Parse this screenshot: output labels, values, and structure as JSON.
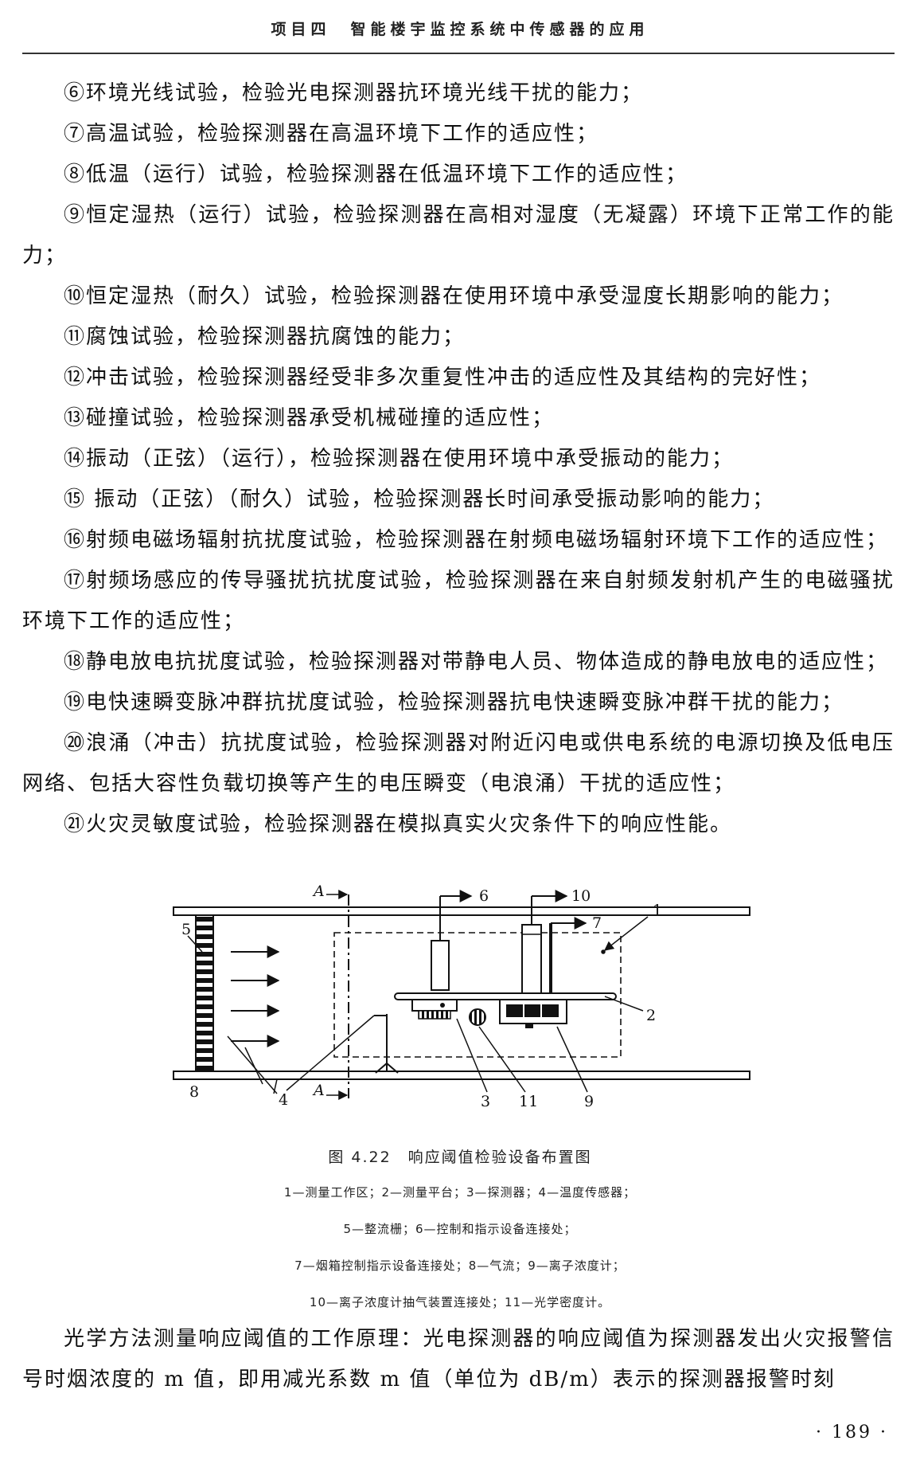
{
  "header": {
    "title": "项目四　智能楼宇监控系统中传感器的应用"
  },
  "paragraphs": [
    "⑥环境光线试验，检验光电探测器抗环境光线干扰的能力；",
    "⑦高温试验，检验探测器在高温环境下工作的适应性；",
    "⑧低温（运行）试验，检验探测器在低温环境下工作的适应性；",
    "⑨恒定湿热（运行）试验，检验探测器在高相对湿度（无凝露）环境下正常工作的能力；",
    "⑩恒定湿热（耐久）试验，检验探测器在使用环境中承受湿度长期影响的能力；",
    "⑪腐蚀试验，检验探测器抗腐蚀的能力；",
    "⑫冲击试验，检验探测器经受非多次重复性冲击的适应性及其结构的完好性；",
    "⑬碰撞试验，检验探测器承受机械碰撞的适应性；",
    "⑭振动（正弦）（运行），检验探测器在使用环境中承受振动的能力；",
    "⑮ 振动（正弦）（耐久）试验，检验探测器长时间承受振动影响的能力；",
    "⑯射频电磁场辐射抗扰度试验，检验探测器在射频电磁场辐射环境下工作的适应性；",
    "⑰射频场感应的传导骚扰抗扰度试验，检验探测器在来自射频发射机产生的电磁骚扰环境下工作的适应性；",
    "⑱静电放电抗扰度试验，检验探测器对带静电人员、物体造成的静电放电的适应性；",
    "⑲电快速瞬变脉冲群抗扰度试验，检验探测器抗电快速瞬变脉冲群干扰的能力；",
    "⑳浪涌（冲击）抗扰度试验，检验探测器对附近闪电或供电系统的电源切换及低电压网络、包括大容性负载切换等产生的电压瞬变（电浪涌）干扰的适应性；",
    "㉑火灾灵敏度试验，检验探测器在模拟真实火灾条件下的响应性能。"
  ],
  "figure": {
    "labels": {
      "n1": "1",
      "n2": "2",
      "n3": "3",
      "n4": "4",
      "n5": "5",
      "n6": "6",
      "n7": "7",
      "n8": "8",
      "n9": "9",
      "n10": "10",
      "n11": "11",
      "a_top": "A",
      "a_bottom": "A"
    },
    "caption": "图 4.22　响应阈值检验设备布置图",
    "legend": [
      "1—测量工作区；2—测量平台；3—探测器；4—温度传感器；",
      "5—整流栅；6—控制和指示设备连接处；",
      "7—烟箱控制指示设备连接处；8—气流；9—离子浓度计；",
      "10—离子浓度计抽气装置连接处；11—光学密度计。"
    ]
  },
  "closing_paragraph": "光学方法测量响应阈值的工作原理：光电探测器的响应阈值为探测器发出火灾报警信号时烟浓度的 m 值，即用减光系数 m 值（单位为 dB/m）表示的探测器报警时刻",
  "page_number": "· 189 ·"
}
